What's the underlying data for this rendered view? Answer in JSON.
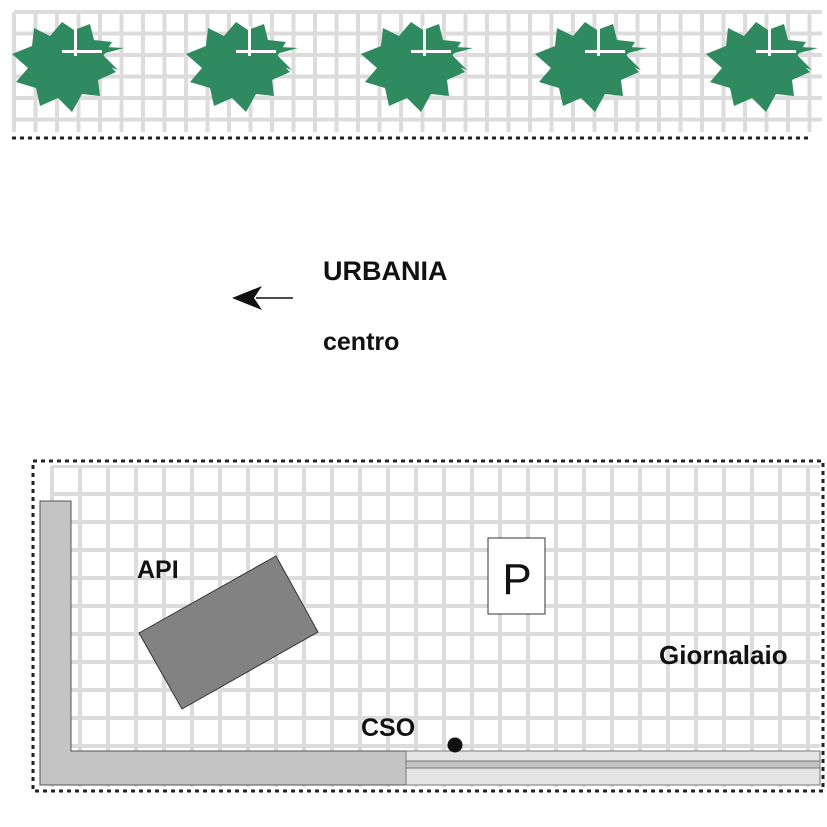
{
  "labels": {
    "town": "URBANIA",
    "center": "centro",
    "api": "API",
    "newsstand": "Giornalaio",
    "cso": "CSO",
    "parking": "P"
  },
  "colors": {
    "grid": "#dcdcdc",
    "tree": "#2f8a5f",
    "building": "#828282",
    "wall": "#c4c4c4",
    "road_strip": "#e4e4e4",
    "dots": "#222222",
    "marker": "#111111"
  },
  "icons": {
    "tree": "tree-icon",
    "arrow": "arrow-left-icon",
    "marker": "location-dot-icon"
  }
}
